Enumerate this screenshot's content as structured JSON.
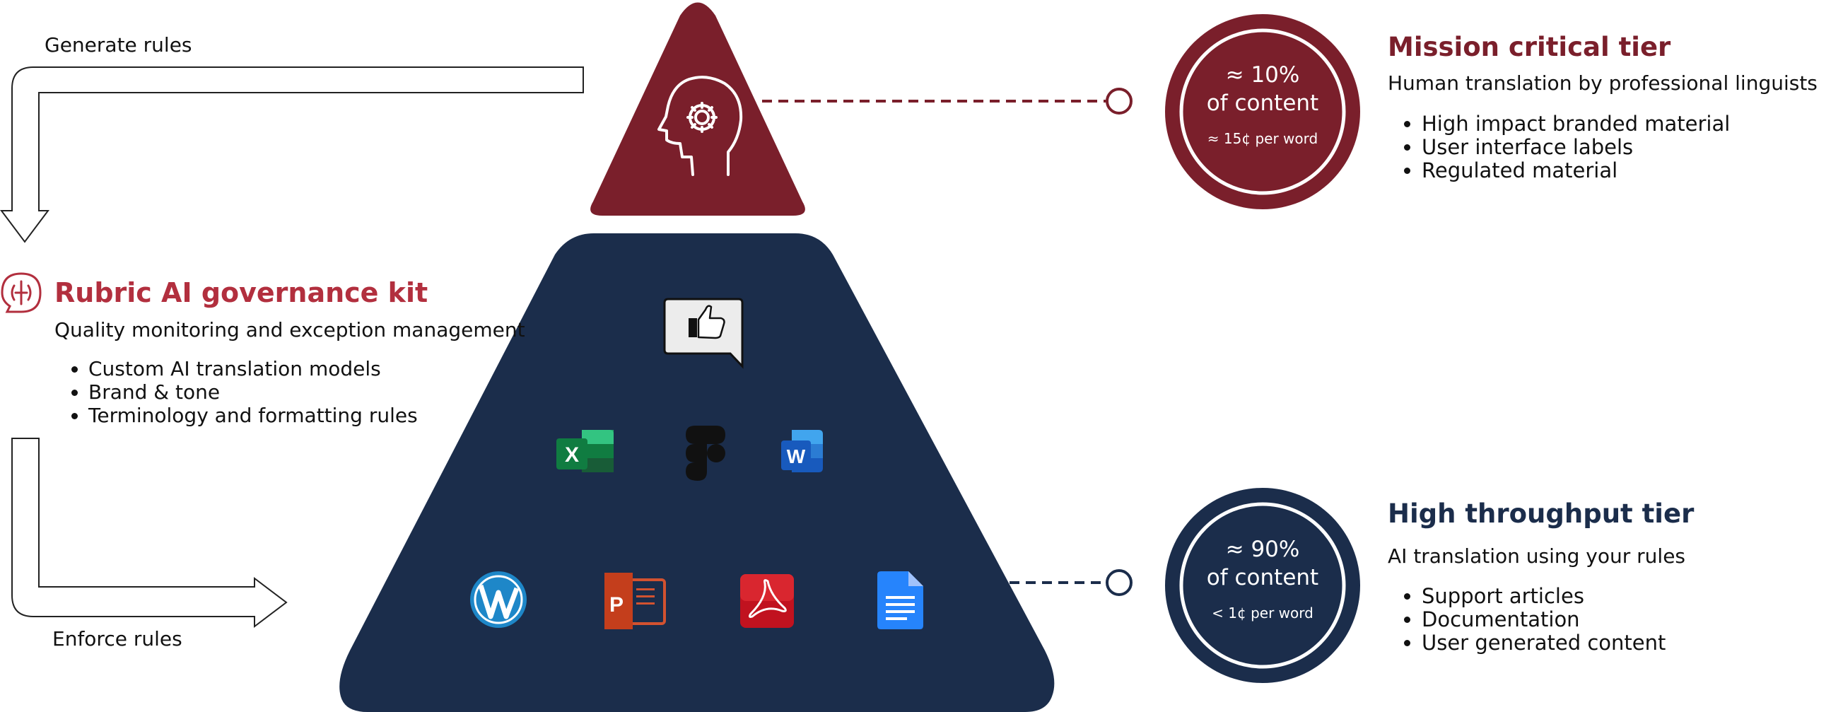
{
  "flow": {
    "generate_label": "Generate rules",
    "enforce_label": "Enforce rules"
  },
  "kit": {
    "icon": "brain-chat-icon",
    "title": "Rubric AI governance kit",
    "subtitle": "Quality monitoring and exception management",
    "bullets": [
      "Custom AI translation models",
      "Brand & tone",
      "Terminology and formatting rules"
    ]
  },
  "pyramid": {
    "top_icon": "head-gear-icon",
    "approval_icon": "thumbs-up-icon",
    "apps": [
      "excel-icon",
      "figma-icon",
      "word-icon",
      "wordpress-icon",
      "powerpoint-icon",
      "acrobat-icon",
      "google-docs-icon"
    ],
    "app_letters": {
      "excel": "X",
      "word": "W",
      "powerpoint": "P"
    }
  },
  "mission": {
    "title": "Mission critical tier",
    "subtitle": "Human translation by professional linguists",
    "bullets": [
      "High impact branded material",
      "User interface labels",
      "Regulated material"
    ],
    "circle_pct": "≈ 10%",
    "circle_label": "of content",
    "circle_price": "≈ 15¢ per word"
  },
  "throughput": {
    "title": "High throughput tier",
    "subtitle": "AI translation using your rules",
    "bullets": [
      "Support articles",
      "Documentation",
      "User generated content"
    ],
    "circle_pct": "≈ 90%",
    "circle_label": "of content",
    "circle_price": "< 1¢ per word"
  },
  "colors": {
    "maroon": "#7a1f2b",
    "navy": "#1b2d4b",
    "accent_red": "#b22f3e"
  }
}
